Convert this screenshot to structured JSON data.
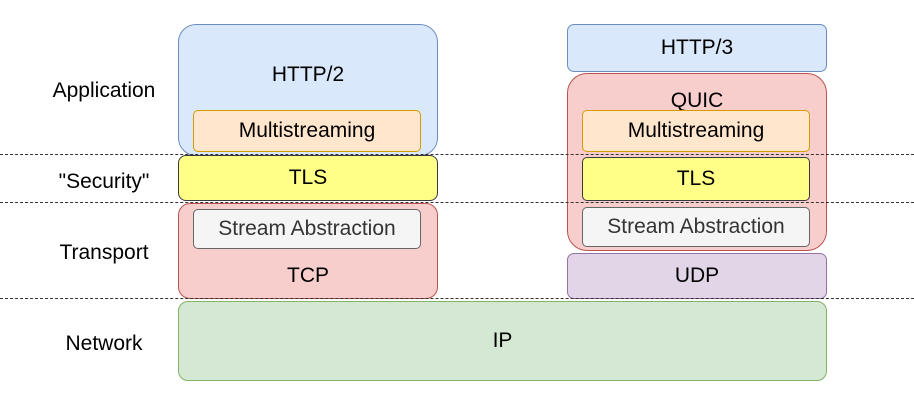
{
  "layers": {
    "application": "Application",
    "security": "\"Security\"",
    "transport": "Transport",
    "network": "Network"
  },
  "left_stack": {
    "app": "HTTP/2",
    "multistreaming": "Multistreaming",
    "tls": "TLS",
    "stream_abstraction": "Stream Abstraction",
    "transport": "TCP"
  },
  "right_stack": {
    "app": "HTTP/3",
    "quic": "QUIC",
    "multistreaming": "Multistreaming",
    "tls": "TLS",
    "stream_abstraction": "Stream Abstraction",
    "transport": "UDP"
  },
  "network": {
    "label": "IP"
  }
}
